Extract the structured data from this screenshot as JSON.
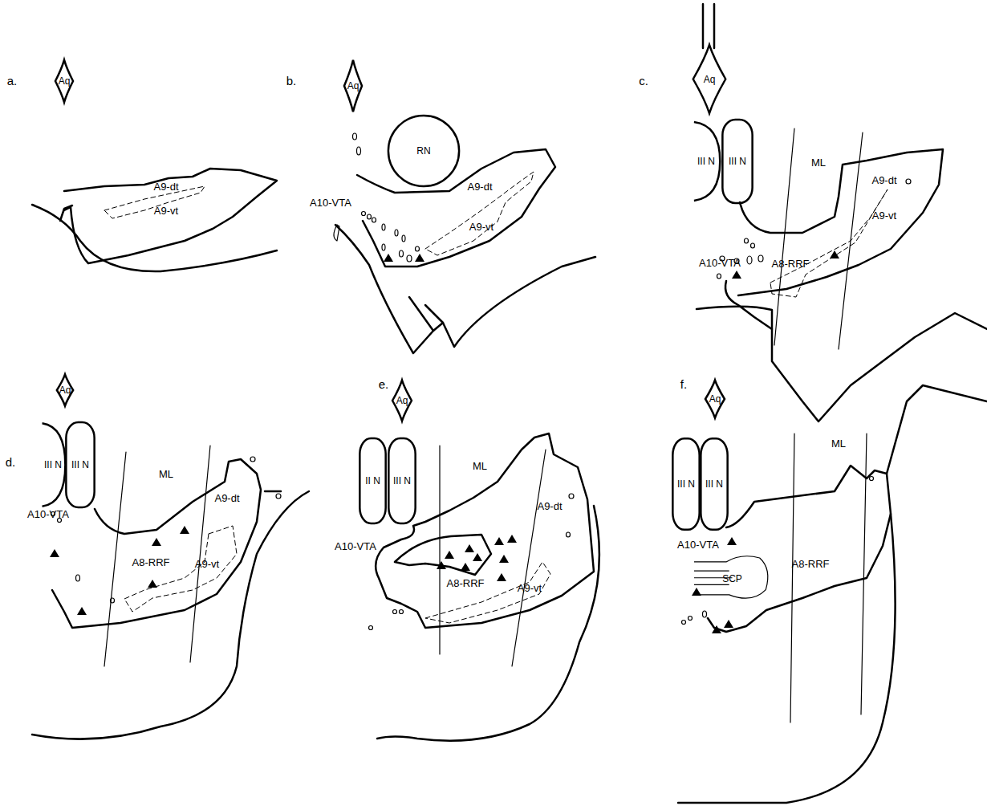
{
  "diagram": {
    "nodes": [
      {
        "text": [
          "Aq"
        ]
      },
      {
        "text": [
          "Aq"
        ]
      },
      {
        "text": [
          "RN"
        ]
      },
      {
        "text": [
          "Aq"
        ]
      },
      {
        "text": [
          "III N"
        ]
      },
      {
        "text": [
          "III N"
        ]
      },
      {
        "text": [
          "Aq"
        ]
      },
      {
        "text": [
          "III N"
        ]
      },
      {
        "text": [
          "III N"
        ]
      },
      {
        "text": [
          "Aq"
        ]
      },
      {
        "text": [
          "II N"
        ]
      },
      {
        "text": [
          "III N"
        ]
      },
      {
        "text": [
          "Aq"
        ]
      },
      {
        "text": [
          "III N"
        ]
      },
      {
        "text": [
          "III N"
        ]
      },
      {
        "text": [
          "SCP"
        ]
      }
    ],
    "labels": [
      "a.",
      "A9-dt",
      "A9-vt",
      "b.",
      "A10-VTA",
      "A9-dt",
      "A9-vt",
      "c.",
      "ML",
      "A9-dt",
      "A9-vt",
      "A10-VTA",
      "A8-RRF",
      "d.",
      "ML",
      "A9-dt",
      "A10-VTA",
      "A8-RRF",
      "A9-vt",
      "e.",
      "ML",
      "A9-dt",
      "A10-VTA",
      "A8-RRF",
      "A9-vt",
      "f.",
      "ML",
      "A10-VTA",
      "A8-RRF"
    ]
  }
}
